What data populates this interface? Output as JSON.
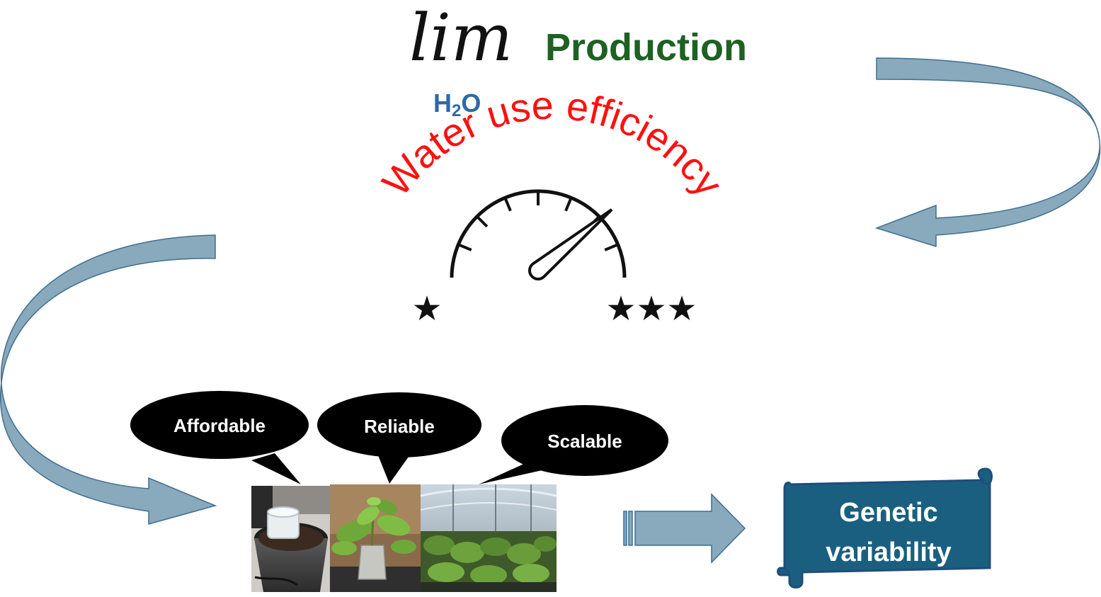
{
  "title": {
    "lim": "lim",
    "subscript_main": "H",
    "subscript_digit": "2",
    "subscript_tail": "O",
    "production": "Production"
  },
  "gauge": {
    "arc_text": "Water use efficiency",
    "low_label": "★",
    "high_label": "★★★",
    "needle_level": 0.78,
    "colors": {
      "arc_text": "#ff1010",
      "dial": "#111111"
    }
  },
  "bubbles": [
    {
      "label": "Affordable"
    },
    {
      "label": "Reliable"
    },
    {
      "label": "Scalable"
    }
  ],
  "photos": [
    {
      "name": "pot-with-sensor-photo"
    },
    {
      "name": "potted-plant-photo"
    },
    {
      "name": "greenhouse-photo"
    }
  ],
  "result": {
    "line1": "Genetic",
    "line2": "variability"
  },
  "colors": {
    "arrow_fill": "#89a9bd",
    "arrow_stroke": "#3f6f8f",
    "scroll_fill": "#1a5f80",
    "scroll_stroke": "#1f4e79",
    "production": "#1e6123",
    "h2o": "#2e6aa4"
  }
}
